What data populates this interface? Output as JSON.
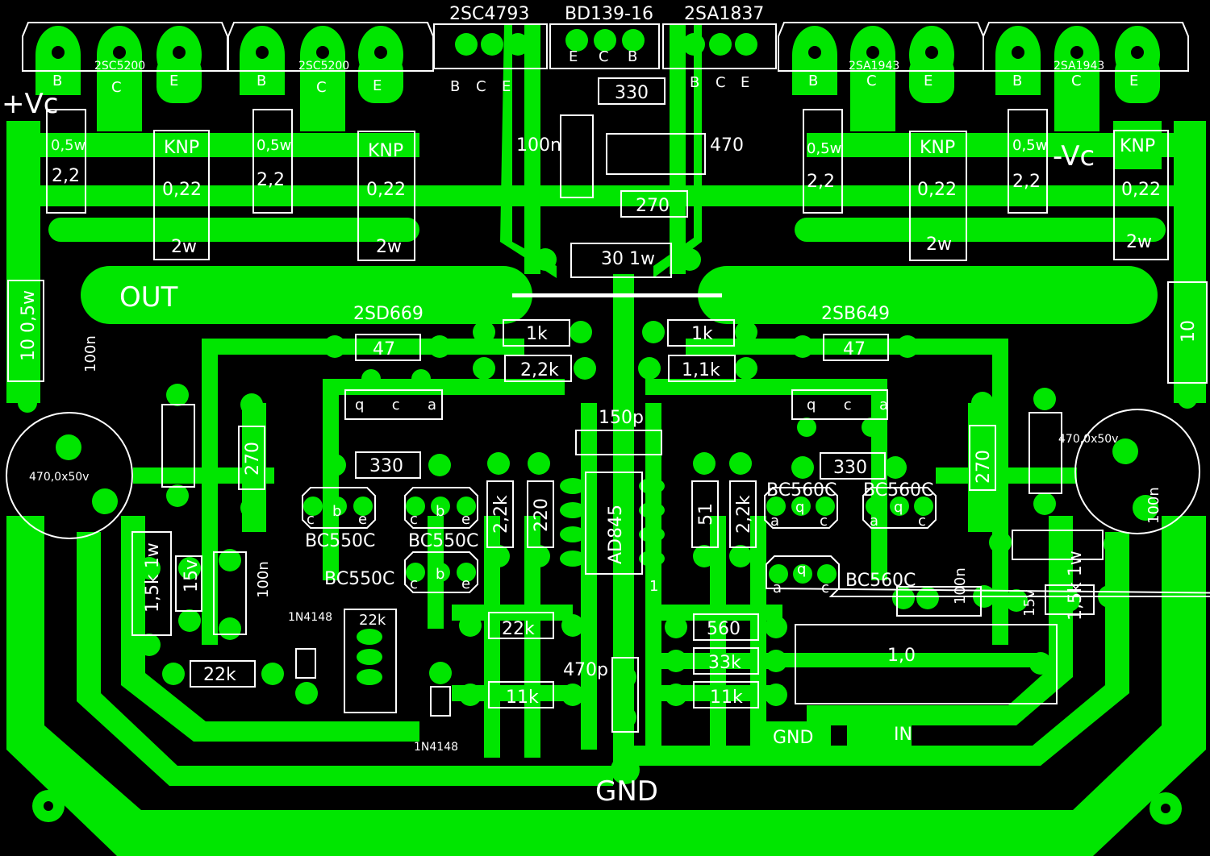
{
  "colors": {
    "background": "#000000",
    "copper": "#00e600",
    "silk": "#ffffff"
  },
  "labels": {
    "vc_plus": "+Vc",
    "vc_minus": "-Vc",
    "out": "OUT",
    "gnd_main": "GND",
    "gnd_in": "GND",
    "in": "IN"
  },
  "transistors": {
    "q1": {
      "name": "2SC5200",
      "pins": [
        "B",
        "C",
        "E"
      ]
    },
    "q2": {
      "name": "2SC5200",
      "pins": [
        "B",
        "C",
        "E"
      ]
    },
    "q3": {
      "name": "2SA1943",
      "pins": [
        "B",
        "C",
        "E"
      ]
    },
    "q4": {
      "name": "2SA1943",
      "pins": [
        "B",
        "C",
        "E"
      ]
    },
    "drv1": {
      "name": "2SC4793",
      "pins": [
        "B",
        "C",
        "E"
      ]
    },
    "bias": {
      "name": "BD139-16",
      "pins": [
        "E",
        "C",
        "B"
      ]
    },
    "drv2": {
      "name": "2SA1837",
      "pins": [
        "B",
        "C",
        "E"
      ]
    },
    "pre_n": {
      "name": "2SD669"
    },
    "pre_p": {
      "name": "2SB649"
    },
    "bc550_1": {
      "name": "BC550C",
      "pins": [
        "c",
        "b",
        "e"
      ]
    },
    "bc550_2": {
      "name": "BC550C",
      "pins": [
        "c",
        "b",
        "e"
      ]
    },
    "bc550_3": {
      "name": "BC550C",
      "pins": [
        "c",
        "b",
        "e"
      ]
    },
    "bc560_1": {
      "name": "BC560C",
      "pins": [
        "a",
        "q",
        "c"
      ]
    },
    "bc560_2": {
      "name": "BC560C",
      "pins": [
        "a",
        "q",
        "c"
      ]
    },
    "bc560_3": {
      "name": "BC560C",
      "pins": [
        "a",
        "q",
        "c"
      ]
    },
    "to126_pins": [
      "q",
      "c",
      "a"
    ]
  },
  "resistors": {
    "r_fuse1": {
      "top": "0,5w",
      "val": "2,2"
    },
    "r_fuse2": {
      "top": "0,5w",
      "val": "2,2"
    },
    "r_fuse3": {
      "top": "0,5w",
      "val": "2,2"
    },
    "r_fuse4": {
      "top": "0,5w",
      "val": "2,2"
    },
    "knp1": {
      "top": "KNP",
      "val": "0,22",
      "bottom": "2w"
    },
    "knp2": {
      "top": "KNP",
      "val": "0,22",
      "bottom": "2w"
    },
    "knp3": {
      "top": "KNP",
      "val": "0,22",
      "bottom": "2w"
    },
    "knp4": {
      "top": "KNP",
      "val": "0,22",
      "bottom": "2w"
    },
    "r330_top": "330",
    "r270_top": "270",
    "r30": "30 1w",
    "pot470": "470",
    "r1k_l": "1k",
    "r1k_r": "1k",
    "r22k_l": "2,2k",
    "r11k_r": "1,1k",
    "r47_l": "47",
    "r47_r": "47",
    "r330_l": "330",
    "r330_r": "330",
    "r270_l": "270",
    "r270_r": "270",
    "r22k_v1": "2,2k",
    "r220_v": "220",
    "r51_v": "51",
    "r22k_v2": "2,2k",
    "r22k_mid": "22k",
    "r560": "560",
    "r33k": "33k",
    "r11k_a": "11k",
    "r11k_b": "11k",
    "r22k_bl": "22k",
    "r15k_l": "1,5k 1w",
    "r15k_r": "1,5k 1w",
    "r10_05w": "10 0,5w",
    "r10_right": "10",
    "pot22k": "22k"
  },
  "capacitors": {
    "c100n_top": "100n",
    "c100n_left": "100n",
    "c100n_bl": "100n",
    "c100n_r1": "100n",
    "c100n_r2": "100n",
    "c150p": "150p",
    "c470p": "470p",
    "c_in": "1,0",
    "elco_l": "470,0x50v",
    "elco_r": "470,0x50v"
  },
  "diodes": {
    "z15_l": "15v",
    "z15_r": "15v",
    "d1": "1N4148",
    "d2": "1N4148"
  },
  "ic": {
    "name": "AD845",
    "pin1": "1"
  }
}
